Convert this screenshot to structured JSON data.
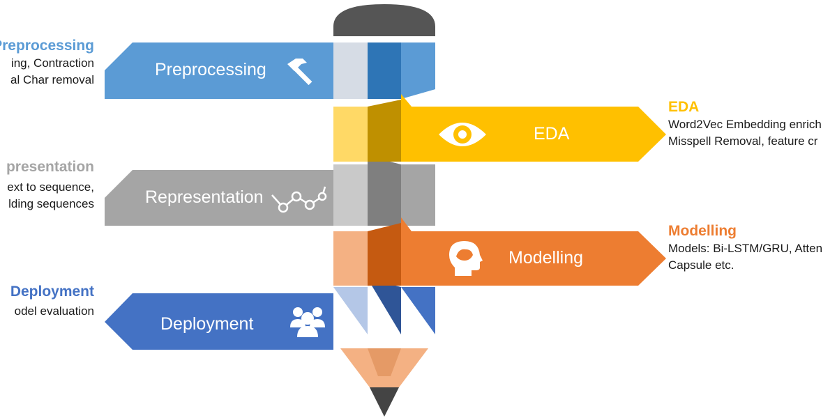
{
  "colors": {
    "preprocessing": "#5b9bd5",
    "eda": "#ffc000",
    "representation": "#a5a5a5",
    "modelling": "#ed7d31",
    "deployment": "#4472c4",
    "pencil_cap": "#555555",
    "pencil_wood": "#f4b183",
    "pencil_tip": "#444444"
  },
  "stages": [
    {
      "key": "preprocessing",
      "label": "Preprocessing",
      "icon": "hammer-icon",
      "side": "left",
      "title": "Preprocessing",
      "desc": [
        "ing, Contraction",
        "al Char removal"
      ]
    },
    {
      "key": "eda",
      "label": "EDA",
      "icon": "eye-icon",
      "side": "right",
      "title": "EDA",
      "desc": [
        "Word2Vec Embedding enrich",
        "Misspell Removal, feature cr"
      ]
    },
    {
      "key": "representation",
      "label": "Representation",
      "icon": "molecule-icon",
      "side": "left",
      "title": "presentation",
      "desc": [
        "ext to sequence,",
        "lding sequences"
      ]
    },
    {
      "key": "modelling",
      "label": "Modelling",
      "icon": "head-icon",
      "side": "right",
      "title": "Modelling",
      "desc": [
        "Models: Bi-LSTM/GRU, Atten",
        "Capsule etc."
      ]
    },
    {
      "key": "deployment",
      "label": "Deployment",
      "icon": "users-icon",
      "side": "left",
      "title": "Deployment",
      "desc": [
        "odel evaluation"
      ]
    }
  ]
}
